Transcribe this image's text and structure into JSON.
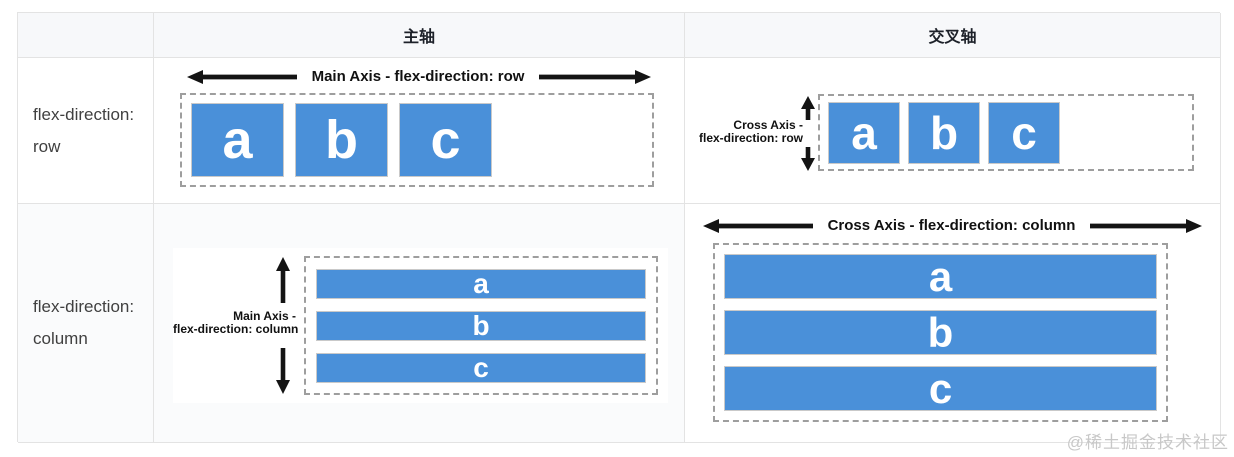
{
  "colors": {
    "item_blue": "#4a90d9"
  },
  "watermark": "@稀土掘金技术社区",
  "table": {
    "headers": {
      "col1": "",
      "col2": "主轴",
      "col3": "交叉轴"
    },
    "rows": [
      {
        "label": "flex-direction: row",
        "main_axis": {
          "caption": "Main Axis - flex-direction: row",
          "items": [
            "a",
            "b",
            "c"
          ]
        },
        "cross_axis": {
          "caption_line1": "Cross Axis -",
          "caption_line2": "flex-direction: row",
          "items": [
            "a",
            "b",
            "c"
          ]
        }
      },
      {
        "label": "flex-direction: column",
        "main_axis": {
          "caption_line1": "Main Axis -",
          "caption_line2": "flex-direction: column",
          "items": [
            "a",
            "b",
            "c"
          ]
        },
        "cross_axis": {
          "caption": "Cross Axis - flex-direction: column",
          "items": [
            "a",
            "b",
            "c"
          ]
        }
      }
    ]
  }
}
